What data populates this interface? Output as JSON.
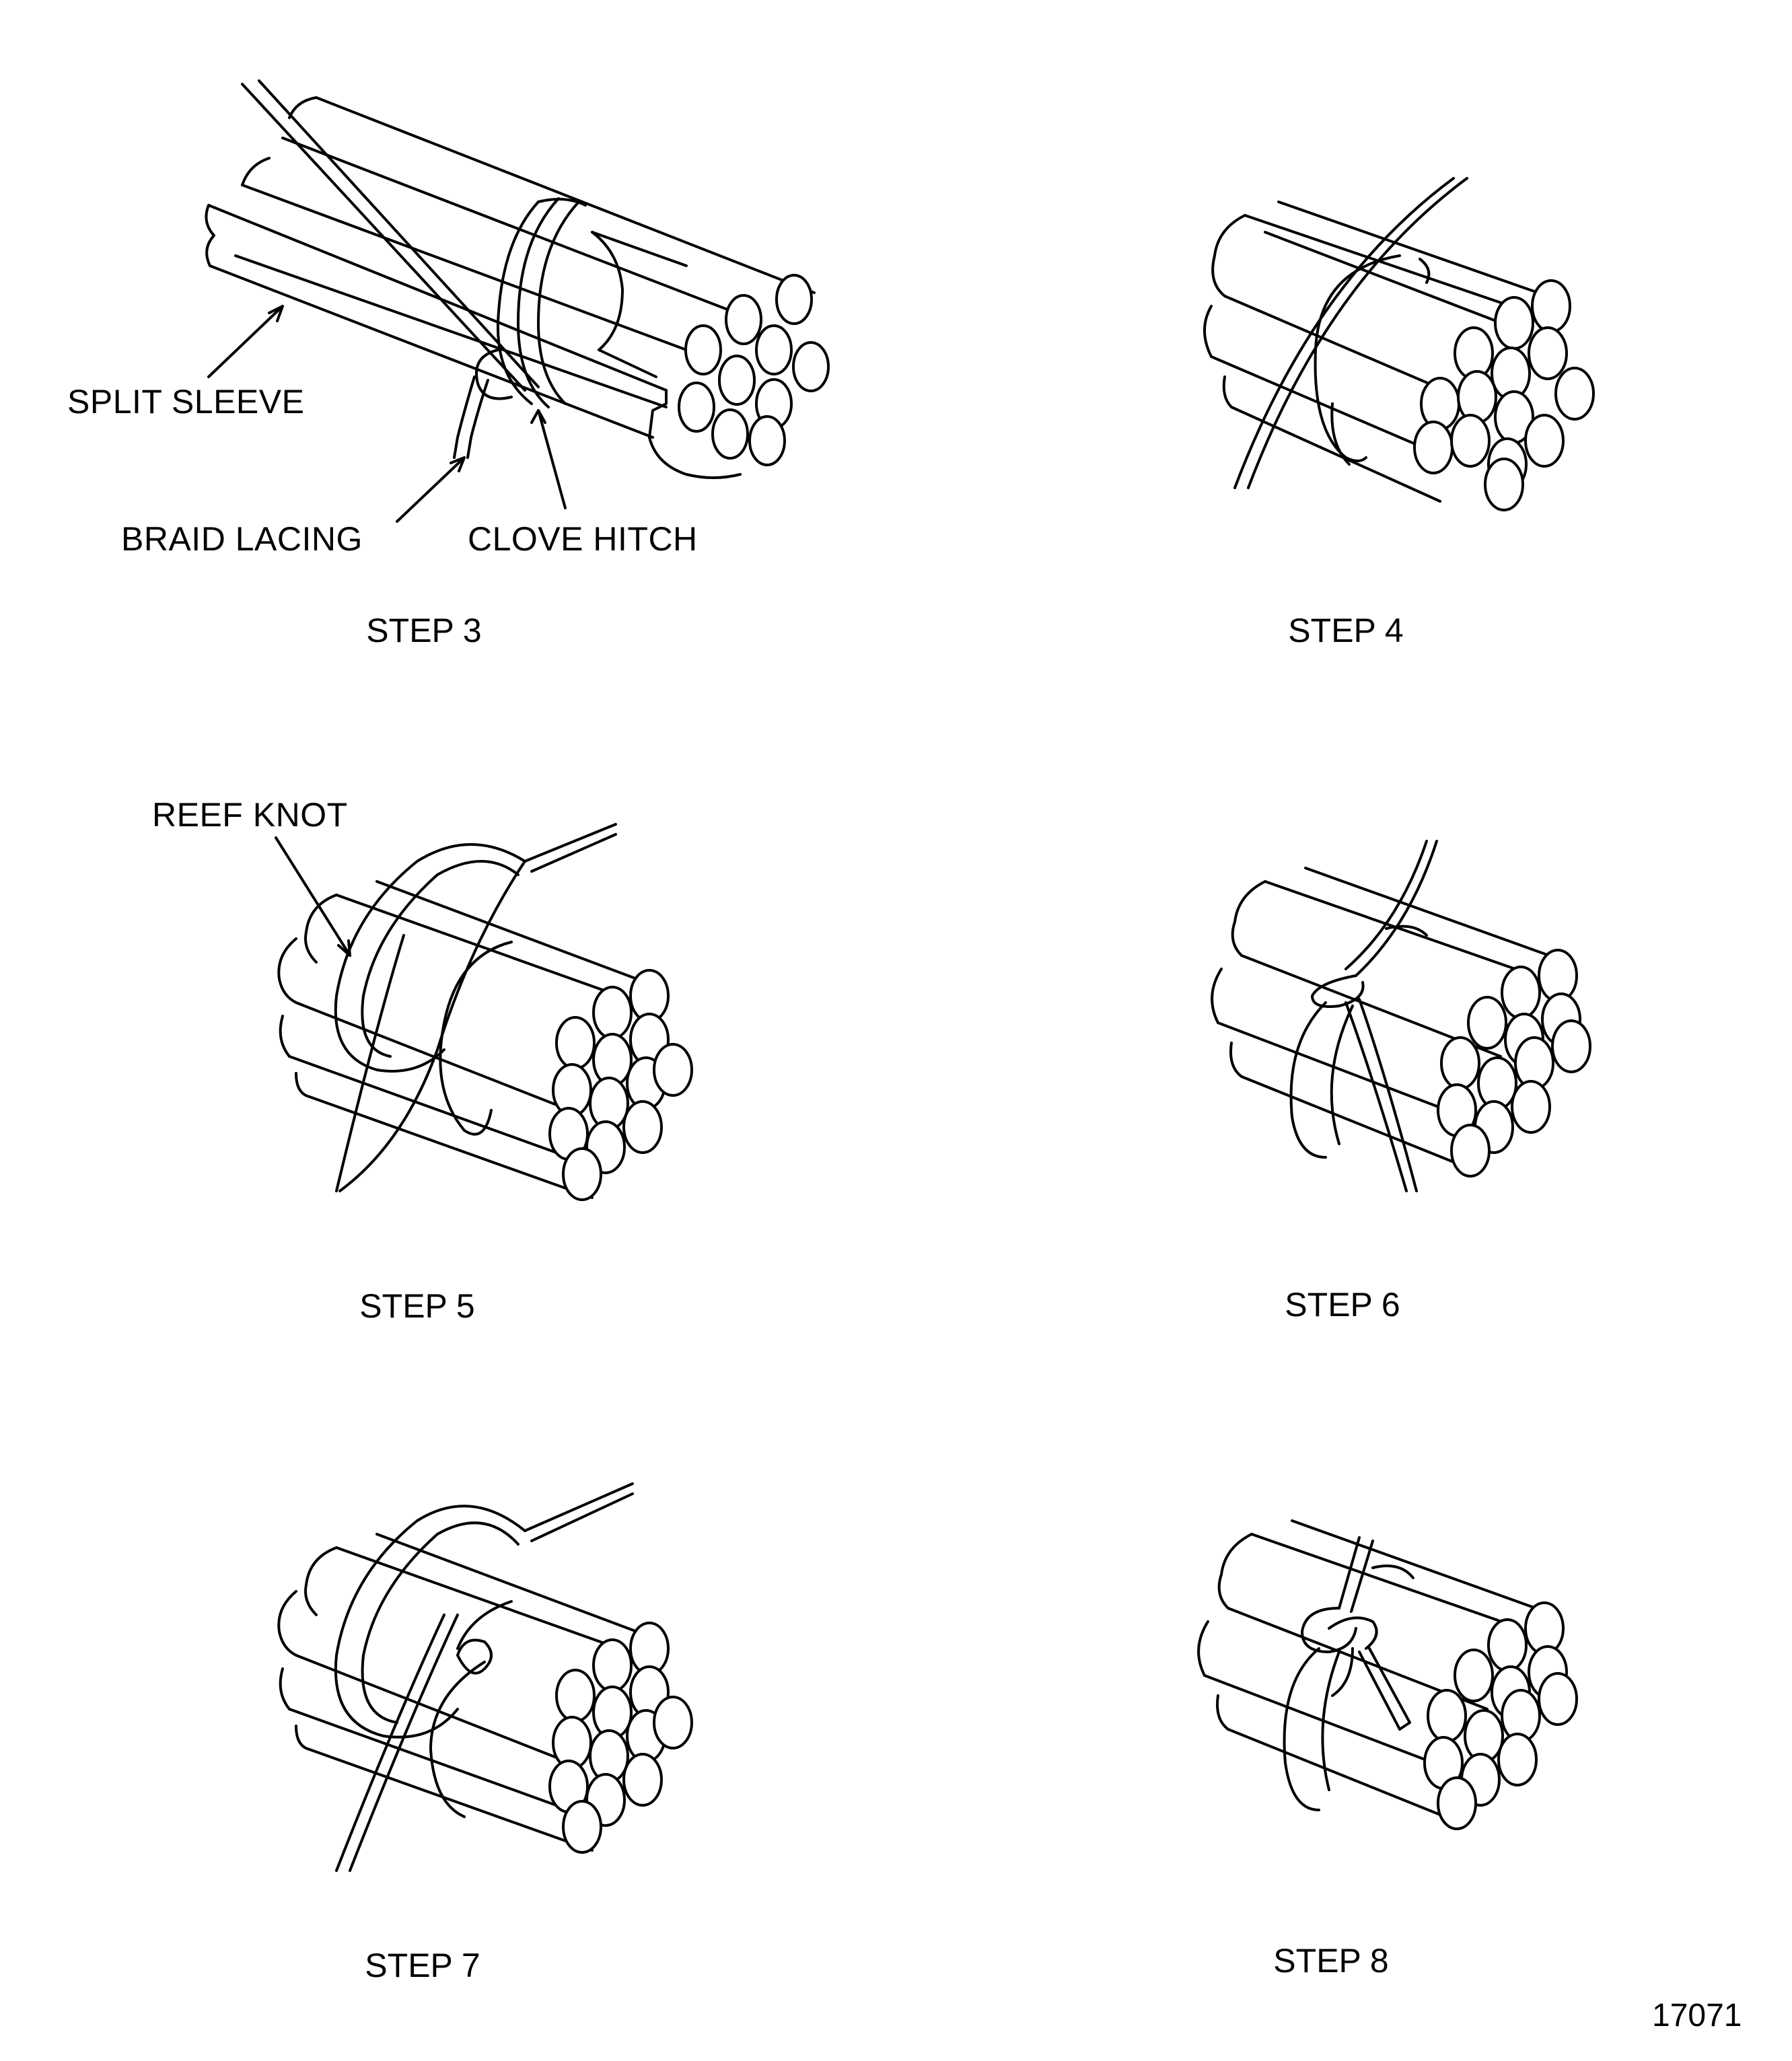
{
  "labels": {
    "split_sleeve": "SPLIT SLEEVE",
    "braid_lacing": "BRAID LACING",
    "clove_hitch": "CLOVE HITCH",
    "reef_knot": "REEF KNOT"
  },
  "steps": [
    {
      "label": "STEP 3"
    },
    {
      "label": "STEP 4"
    },
    {
      "label": "STEP 5"
    },
    {
      "label": "STEP 6"
    },
    {
      "label": "STEP 7"
    },
    {
      "label": "STEP 8"
    }
  ],
  "figure_number": "17071"
}
